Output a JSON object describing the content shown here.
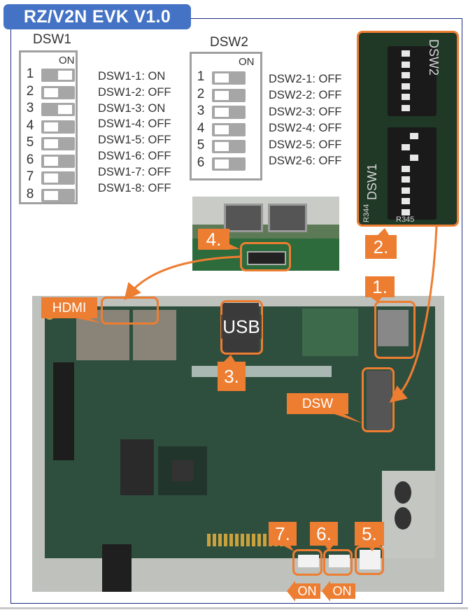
{
  "title": "RZ/V2N EVK V1.0",
  "dsw1": {
    "title": "DSW1",
    "on_label": "ON",
    "switches": [
      {
        "num": "1",
        "state": "ON",
        "label": "DSW1-1: ON"
      },
      {
        "num": "2",
        "state": "OFF",
        "label": "DSW1-2: OFF"
      },
      {
        "num": "3",
        "state": "ON",
        "label": "DSW1-3: ON"
      },
      {
        "num": "4",
        "state": "OFF",
        "label": "DSW1-4: OFF"
      },
      {
        "num": "5",
        "state": "OFF",
        "label": "DSW1-5: OFF"
      },
      {
        "num": "6",
        "state": "OFF",
        "label": "DSW1-6: OFF"
      },
      {
        "num": "7",
        "state": "OFF",
        "label": "DSW1-7: OFF"
      },
      {
        "num": "8",
        "state": "OFF",
        "label": "DSW1-8: OFF"
      }
    ]
  },
  "dsw2": {
    "title": "DSW2",
    "on_label": "ON",
    "switches": [
      {
        "num": "1",
        "state": "OFF",
        "label": "DSW2-1: OFF"
      },
      {
        "num": "2",
        "state": "OFF",
        "label": "DSW2-2: OFF"
      },
      {
        "num": "3",
        "state": "OFF",
        "label": "DSW2-3: OFF"
      },
      {
        "num": "4",
        "state": "OFF",
        "label": "DSW2-4: OFF"
      },
      {
        "num": "5",
        "state": "OFF",
        "label": "DSW2-5: OFF"
      },
      {
        "num": "6",
        "state": "OFF",
        "label": "DSW2-6: OFF"
      }
    ]
  },
  "callouts": {
    "c1": "1.",
    "c2": "2.",
    "c3": "3.",
    "c4": "4.",
    "c5": "5.",
    "c6": "6.",
    "c7": "7.",
    "hdmi": "HDMI",
    "usb": "USB",
    "dsw": "DSW",
    "on6": "ON",
    "on7": "ON"
  },
  "photo_labels": {
    "closeup_dsw2": "DSW2",
    "closeup_dsw1": "DSW1",
    "closeup_r344": "R344",
    "closeup_r345": "R345"
  },
  "colors": {
    "accent": "#ed7d31",
    "title_bg": "#4472c4",
    "frame": "#1f2a80",
    "switch_gray": "#a6a6a6"
  }
}
